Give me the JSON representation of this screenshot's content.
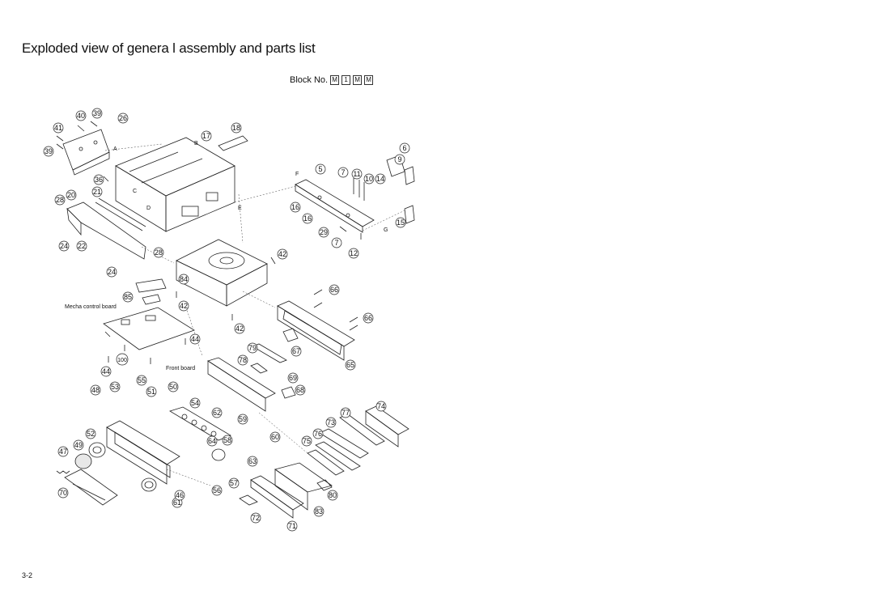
{
  "title": "Exploded view of genera l assembly and parts list",
  "block": {
    "label": "Block No.",
    "codes": [
      "M",
      "1",
      "M",
      "M"
    ]
  },
  "labels": {
    "mecha": "Mecha control board",
    "front": "Front board",
    "A": "A",
    "B": "B",
    "C": "C",
    "D": "D",
    "E": "E",
    "F": "F",
    "G": "G"
  },
  "callouts": [
    "40",
    "39",
    "26",
    "41",
    "39",
    "17",
    "18",
    "36",
    "21",
    "20",
    "28",
    "24",
    "22",
    "28",
    "24",
    "6",
    "9",
    "5",
    "7",
    "11",
    "10",
    "14",
    "16",
    "16",
    "15",
    "29",
    "7",
    "12",
    "42",
    "84",
    "85",
    "42",
    "42",
    "44",
    "66",
    "66",
    "100",
    "44",
    "67",
    "79",
    "78",
    "65",
    "69",
    "68",
    "48",
    "53",
    "55",
    "51",
    "50",
    "54",
    "62",
    "59",
    "60",
    "74",
    "77",
    "73",
    "76",
    "75",
    "52",
    "49",
    "47",
    "64",
    "58",
    "63",
    "56",
    "57",
    "61",
    "46",
    "70",
    "72",
    "71",
    "80",
    "83"
  ],
  "page_number": "3-2"
}
